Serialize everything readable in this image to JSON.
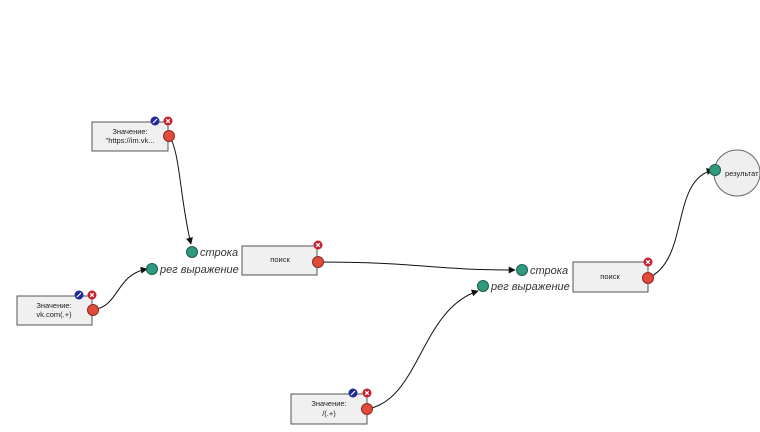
{
  "colors": {
    "input_port": "#2e9a7f",
    "output_port": "#e04b3c",
    "edit_icon": "#1f2a99",
    "delete_icon": "#c81e2e",
    "node_fill": "#f0f0f0"
  },
  "nodes": {
    "value_url": {
      "line1": "Значение:",
      "line2": "\"https://im.vk..."
    },
    "value_regex_vk": {
      "line1": "Значение:",
      "line2": "vk.com(.+)"
    },
    "search_1": {
      "label": "поиск"
    },
    "search_2": {
      "label": "поиск"
    },
    "value_regex_2": {
      "line1": "Значение:",
      "line2": "/(.+)"
    },
    "result": {
      "label": "результат"
    }
  },
  "ports": {
    "search_1_string": "строка",
    "search_1_regex": "рег выражение",
    "search_2_string": "строка",
    "search_2_regex": "рег выражение"
  },
  "icons": {
    "edit": "pencil-icon",
    "delete": "close-icon"
  }
}
